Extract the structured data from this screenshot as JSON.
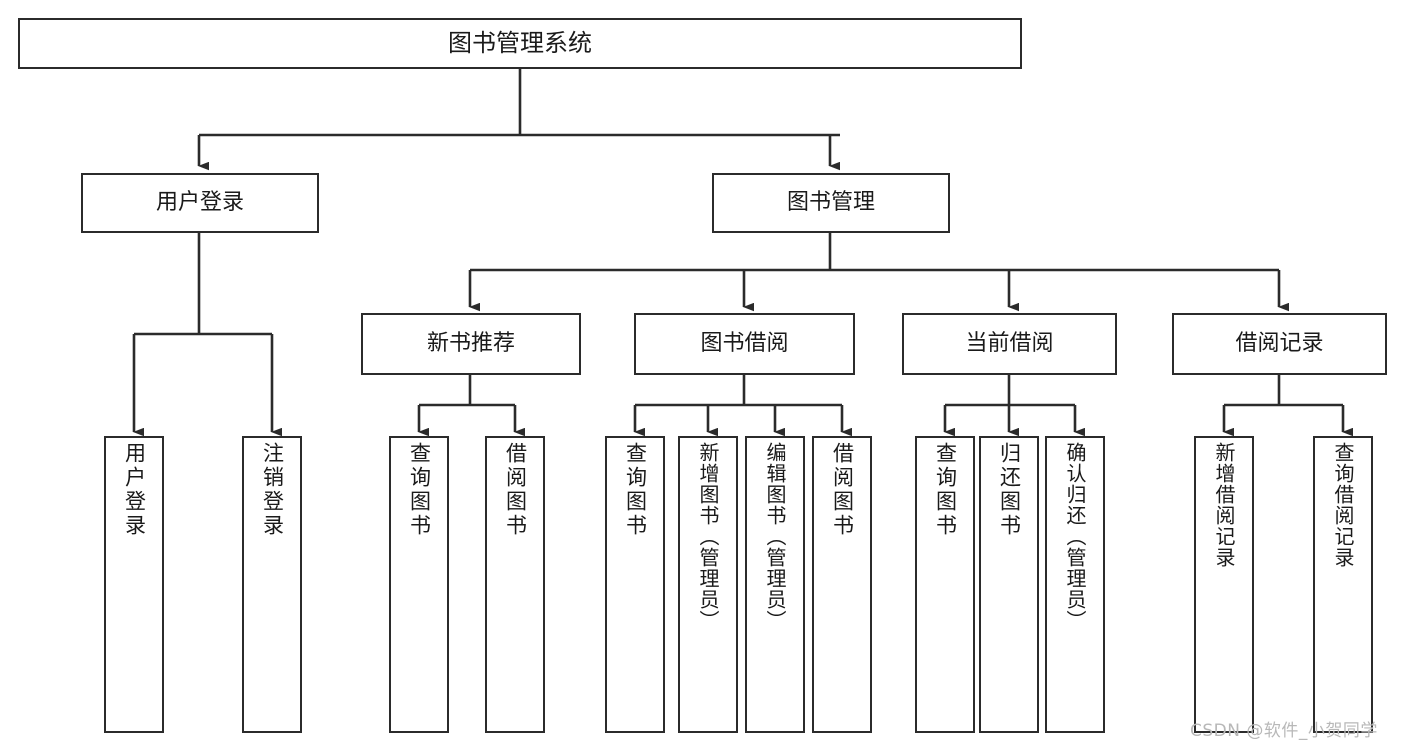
{
  "diagram": {
    "title": "图书管理系统",
    "type": "tree",
    "levels": 4,
    "root": {
      "label": "图书管理系统"
    },
    "level1": [
      {
        "label": "用户登录"
      },
      {
        "label": "图书管理"
      }
    ],
    "level2": [
      {
        "label": "新书推荐"
      },
      {
        "label": "图书借阅"
      },
      {
        "label": "当前借阅"
      },
      {
        "label": "借阅记录"
      }
    ],
    "leaves": {
      "user_login": [
        {
          "label": "用户登录"
        },
        {
          "label": "注销登录"
        }
      ],
      "new_book_recommend": [
        {
          "label": "查询图书"
        },
        {
          "label": "借阅图书"
        }
      ],
      "book_borrow": [
        {
          "label": "查询图书"
        },
        {
          "label": "新增图书（管理员）"
        },
        {
          "label": "编辑图书（管理员）"
        },
        {
          "label": "借阅图书"
        }
      ],
      "current_borrow": [
        {
          "label": "查询图书"
        },
        {
          "label": "归还图书"
        },
        {
          "label": "确认归还（管理员）"
        }
      ],
      "borrow_record": [
        {
          "label": "新增借阅记录"
        },
        {
          "label": "查询借阅记录"
        }
      ]
    }
  },
  "watermark": {
    "text": "CSDN @软件_小贺同学"
  },
  "colors": {
    "stroke": "#2b2b2b",
    "text": "#1a1a1a",
    "background": "#ffffff",
    "watermark": "#b8b8b8"
  }
}
